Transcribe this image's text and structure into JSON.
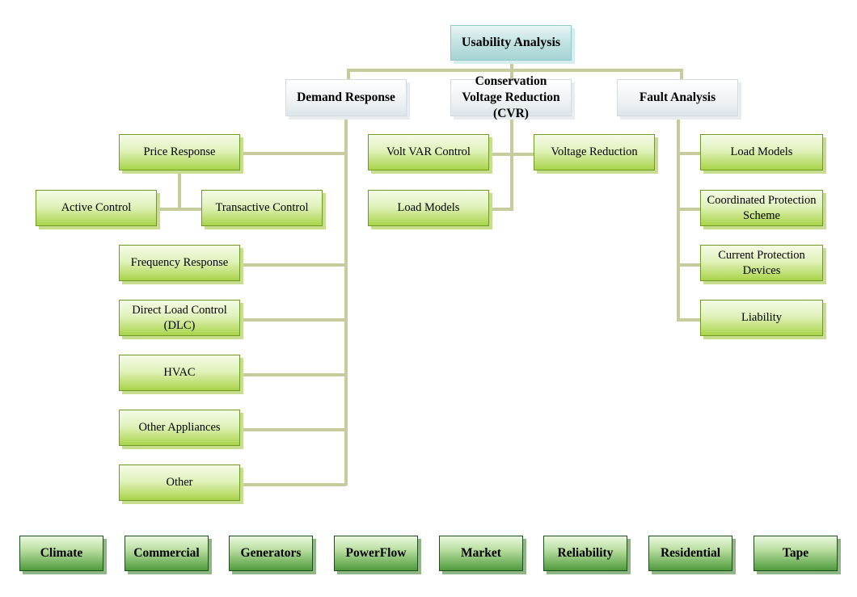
{
  "root": {
    "label": "Usability Analysis"
  },
  "categories": {
    "demand_response": "Demand Response",
    "cvr": "Conservation Voltage Reduction (CVR)",
    "fault_analysis": "Fault Analysis"
  },
  "demand_response_items": {
    "price_response": "Price Response",
    "active_control": "Active Control",
    "transactive_control": "Transactive Control",
    "frequency_response": "Frequency Response",
    "direct_load_control": "Direct Load Control (DLC)",
    "hvac": "HVAC",
    "other_appliances": "Other Appliances",
    "other": "Other"
  },
  "cvr_items": {
    "volt_var_control": "Volt VAR Control",
    "voltage_reduction": "Voltage Reduction",
    "load_models": "Load Models"
  },
  "fault_items": {
    "load_models": "Load Models",
    "coordinated_protection": "Coordinated Protection Scheme",
    "current_protection": "Current Protection Devices",
    "liability": "Liability"
  },
  "bottom_bar": [
    "Climate",
    "Commercial",
    "Generators",
    "PowerFlow",
    "Market",
    "Reliability",
    "Residential",
    "Tape"
  ],
  "colors": {
    "connector": "#c8cc9c",
    "leaf_green": "#a9d44a",
    "module_green": "#4f9a3c",
    "root_teal": "#bfe0e0"
  }
}
